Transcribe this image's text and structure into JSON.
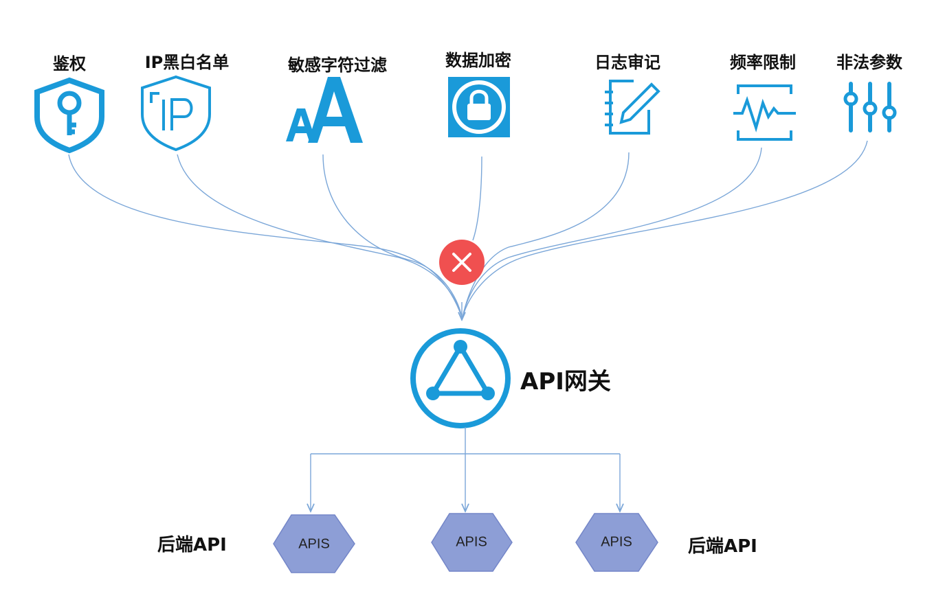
{
  "features": [
    {
      "label": "鉴权",
      "icon": "key-shield-icon"
    },
    {
      "label": "IP黑白名单",
      "icon": "ip-shield-icon"
    },
    {
      "label": "敏感字符过滤",
      "icon": "font-size-icon"
    },
    {
      "label": "数据加密",
      "icon": "lock-icon"
    },
    {
      "label": "日志审记",
      "icon": "notepad-pencil-icon"
    },
    {
      "label": "频率限制",
      "icon": "waveform-icon"
    },
    {
      "label": "非法参数",
      "icon": "sliders-icon"
    }
  ],
  "blocker": {
    "icon": "close-icon",
    "color": "#f05050"
  },
  "gateway": {
    "label": "API网关",
    "icon": "triangle-nodes-icon"
  },
  "backend": {
    "left_label": "后端API",
    "right_label": "后端API",
    "nodes": [
      "APIS",
      "APIS",
      "APIS"
    ]
  },
  "colors": {
    "icon_blue": "#1a9ad9",
    "line_blue": "#7aa6d8",
    "hex_fill": "#8d9ed6",
    "hex_stroke": "#7486c8"
  }
}
